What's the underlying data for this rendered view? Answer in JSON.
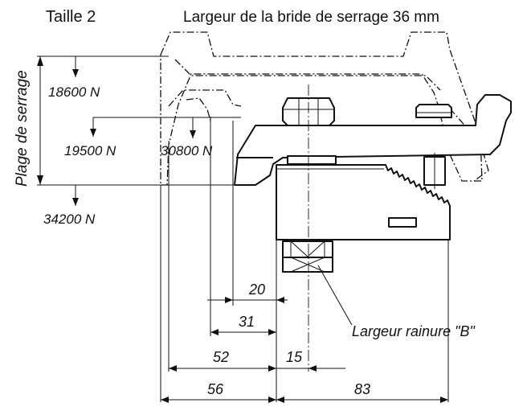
{
  "title_left": "Taille 2",
  "title_top": "Largeur de la bride de serrage 36 mm",
  "side_label": "Plage de serrage",
  "forces": [
    "18600 N",
    "19500 N",
    "30800 N",
    "34200 N"
  ],
  "dimensions": [
    "20",
    "31",
    "52",
    "15",
    "56",
    "83"
  ],
  "groove_label": "Largeur rainure \"B\""
}
